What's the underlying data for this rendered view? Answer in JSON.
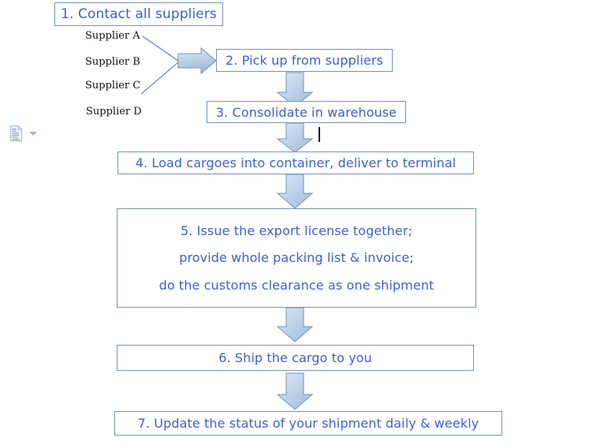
{
  "document": {
    "title": "Consolidation shipment process flowchart",
    "background_color": "#ffffff",
    "text_color": "#3c5fd4",
    "border_color": "#7594bd",
    "arrow_fill_color": "#b5cce4",
    "arrow_border_color": "#6f94c4",
    "connector_color": "#6f94c4",
    "supplier_text_color": "#111111"
  },
  "steps": [
    {
      "id": "step-1",
      "label": "1.  Contact all suppliers"
    },
    {
      "id": "step-2",
      "label": "2. Pick up from suppliers"
    },
    {
      "id": "step-3",
      "label": "3. Consolidate in warehouse"
    },
    {
      "id": "step-4",
      "label": "4.  Load cargoes into container, deliver to terminal"
    },
    {
      "id": "step-5",
      "lines": [
        "5.  Issue the export license together;",
        "provide whole packing list & invoice;",
        "do the customs clearance as one shipment"
      ]
    },
    {
      "id": "step-6",
      "label": "6.  Ship the cargo to you"
    },
    {
      "id": "step-7",
      "label": "7.  Update the status of your shipment daily & weekly"
    }
  ],
  "suppliers": [
    {
      "id": "supplier-a",
      "label": "Supplier A"
    },
    {
      "id": "supplier-b",
      "label": "Supplier B"
    },
    {
      "id": "supplier-c",
      "label": "Supplier C"
    },
    {
      "id": "supplier-d",
      "label": "Supplier D"
    }
  ],
  "connectors": {
    "right_arrow_name": "arrow-suppliers-to-step-2",
    "down_arrows": [
      "arrow-step-2-to-step-3",
      "arrow-step-3-to-step-4",
      "arrow-step-4-to-step-5",
      "arrow-step-5-to-step-6",
      "arrow-step-6-to-step-7"
    ]
  },
  "overlay": {
    "paste_options_icon": "paste-options-icon",
    "paste_options_chevron": "chevron-down-icon",
    "text_caret": "text-cursor-caret"
  }
}
